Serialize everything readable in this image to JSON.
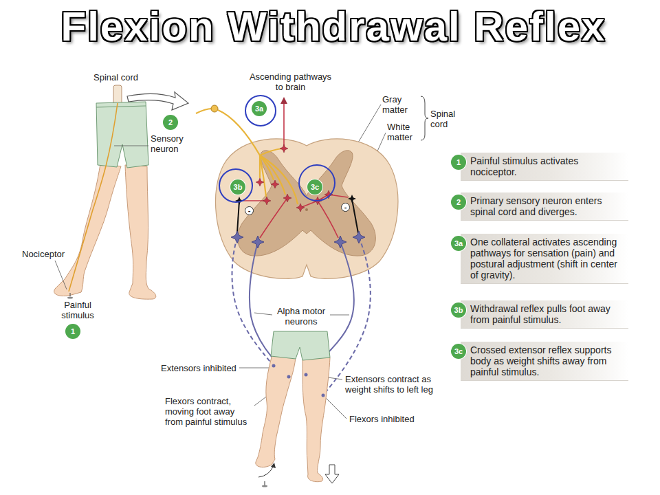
{
  "diagram": {
    "title": "Flexion Withdrawal Reflex",
    "nodes": [
      {
        "text": [
          "1",
          "Painful stimulus activates nociceptor."
        ]
      },
      {
        "text": [
          "2",
          "Primary sensory neuron enters spinal cord and diverges."
        ]
      },
      {
        "text": [
          "3a",
          "One collateral activates ascending pathways for sensation (pain) and postural adjustment (shift in center of gravity)."
        ]
      },
      {
        "text": [
          "3b",
          "Withdrawal reflex pulls foot away from painful stimulus."
        ]
      },
      {
        "text": [
          "3c",
          "Crossed extensor reflex supports body as weight shifts away from painful stimulus."
        ]
      }
    ],
    "labels": [
      "Spinal cord",
      "2",
      "Sensory neuron",
      "Nociceptor",
      "Painful stimulus",
      "1",
      "Ascending pathways to brain",
      "3a",
      "3b",
      "3c",
      "-",
      "-",
      "Gray matter",
      "White matter",
      "Spinal cord",
      "Alpha motor neurons",
      "Extensors inhibited",
      "Flexors contract, moving foot away from painful stimulus",
      "Extensors contract as weight shifts to left leg",
      "Flexors inhibited"
    ]
  }
}
